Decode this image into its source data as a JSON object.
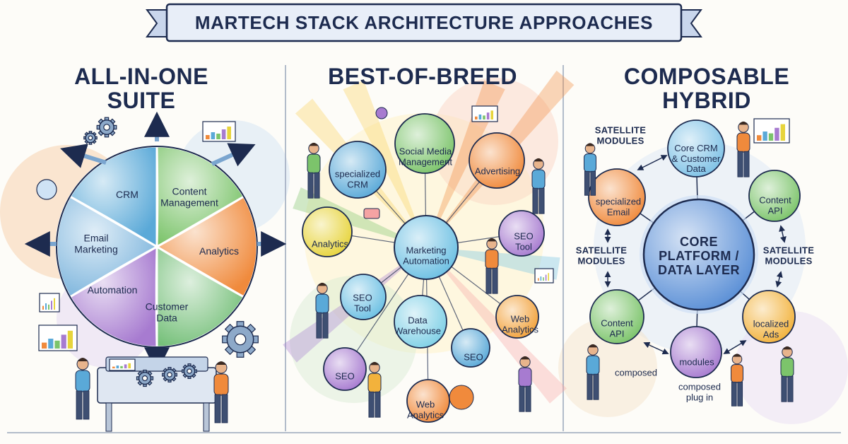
{
  "title": "MARTECH STACK ARCHITECTURE APPROACHES",
  "columns": [
    {
      "heading": "ALL-IN-ONE\nSUITE",
      "segments": [
        {
          "label": "CRM",
          "color": "#5aa9d8",
          "icon": "people-icon"
        },
        {
          "label": "Content\nManagement",
          "color": "#7cc46b",
          "icon": "document-icon"
        },
        {
          "label": "Email\nMarketing",
          "color": "#7fb6dd",
          "icon": "envelope-icon"
        },
        {
          "label": "Analytics",
          "color": "#f08a3c",
          "icon": "bar-chart-icon"
        },
        {
          "label": "Automation",
          "color": "#a77bd0",
          "icon": "link-icon"
        },
        {
          "label": "Customer\nData",
          "color": "#76c07a",
          "icon": "gear-icon"
        }
      ]
    },
    {
      "heading": "BEST-OF-BREED",
      "hub": {
        "label": "Marketing\nAutomation",
        "color": "#6cc0e3"
      },
      "nodes": [
        {
          "label": "specialized\nCRM",
          "color": "#5aa9d8",
          "icon": "people-icon"
        },
        {
          "label": "Social Media\nManagement",
          "color": "#7cc46b",
          "icon": "chat-icon"
        },
        {
          "label": "Advertising",
          "color": "#f08a3c",
          "icon": "megaphone-icon"
        },
        {
          "label": "Analytics",
          "color": "#e7d43c",
          "icon": "line-chart-icon"
        },
        {
          "label": "SEO\nTool",
          "color": "#a77bd0",
          "icon": "browser-icon"
        },
        {
          "label": "SEO\nTool",
          "color": "#6cc0e3",
          "icon": "magnifier-icon"
        },
        {
          "label": "Data\nWarehouse",
          "color": "#7fd0e6",
          "icon": ""
        },
        {
          "label": "Web\nAnalytics",
          "color": "#f2a23c",
          "icon": "bar-chart-icon"
        },
        {
          "label": "SEO",
          "color": "#a77bd0",
          "icon": "database-icon"
        },
        {
          "label": "SEO",
          "color": "#5aa9d8",
          "icon": "browser-icon"
        },
        {
          "label": "Web\nAnalytics",
          "color": "#f08a3c",
          "icon": "monitor-icon"
        }
      ]
    },
    {
      "heading": "COMPOSABLE\nHYBRID",
      "core": {
        "label": "CORE\nPLATFORM /\nDATA LAYER",
        "color": "#5a8fd6"
      },
      "nodes": [
        {
          "label": "Core CRM\n& Customer\nData",
          "color": "#7fc2e6",
          "icon": ""
        },
        {
          "label": "specialized\nEmail",
          "color": "#f08a3c",
          "icon": "envelope-icon"
        },
        {
          "label": "Content\nAPI",
          "color": "#7cc46b",
          "icon": "code-icon"
        },
        {
          "label": "Content\nAPI",
          "color": "#7cc46b",
          "icon": "browser-icon"
        },
        {
          "label": "modules",
          "color": "#a77bd0",
          "icon": "puzzle-icon"
        },
        {
          "label": "localized\nAds",
          "color": "#f2b23c",
          "icon": "megaphone-icon"
        }
      ],
      "annotations": [
        "SATELLITE\nMODULES",
        "SATELLITE\nMODULES",
        "SATELLITE\nMODULES",
        "composed",
        "composed\nplug in"
      ]
    }
  ],
  "colors": {
    "ink": "#1d2b4f",
    "banner_fill": "#e8eef8",
    "divider": "#9aa6bb"
  }
}
